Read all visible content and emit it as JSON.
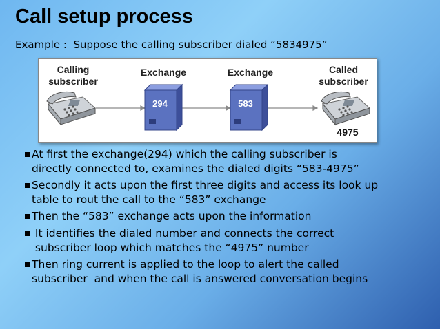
{
  "title": "Call setup process",
  "example": {
    "prefix": "Example :",
    "text": "Suppose the calling subscriber dialed “5834975”"
  },
  "diagram": {
    "calling_label": "Calling subscriber",
    "exchange1_label": "Exchange",
    "exchange2_label": "Exchange",
    "called_label": "Called subscriber",
    "exchange1_code": "294",
    "exchange2_code": "583",
    "called_number": "4975",
    "colors": {
      "exchange_box": "#5b72c0",
      "line": "#888888"
    }
  },
  "bullets": [
    {
      "line1": "At first the exchange(294) which the calling subscriber is",
      "line2": "directly connected to, examines the dialed digits “583-4975”"
    },
    {
      "line1": "Secondly it acts upon the first three digits and access its look up",
      "line2": "table to rout the call to the “583” exchange"
    },
    {
      "line1": "Then the “583” exchange acts upon the information",
      "line2": ""
    },
    {
      "line1": " It identifies the dialed number and connects the correct",
      "line2": " subscriber loop which matches the “4975” number"
    },
    {
      "line1": "Then ring current is applied to the loop to alert the called",
      "line2": "subscriber  and when the call is answered conversation begins"
    }
  ]
}
